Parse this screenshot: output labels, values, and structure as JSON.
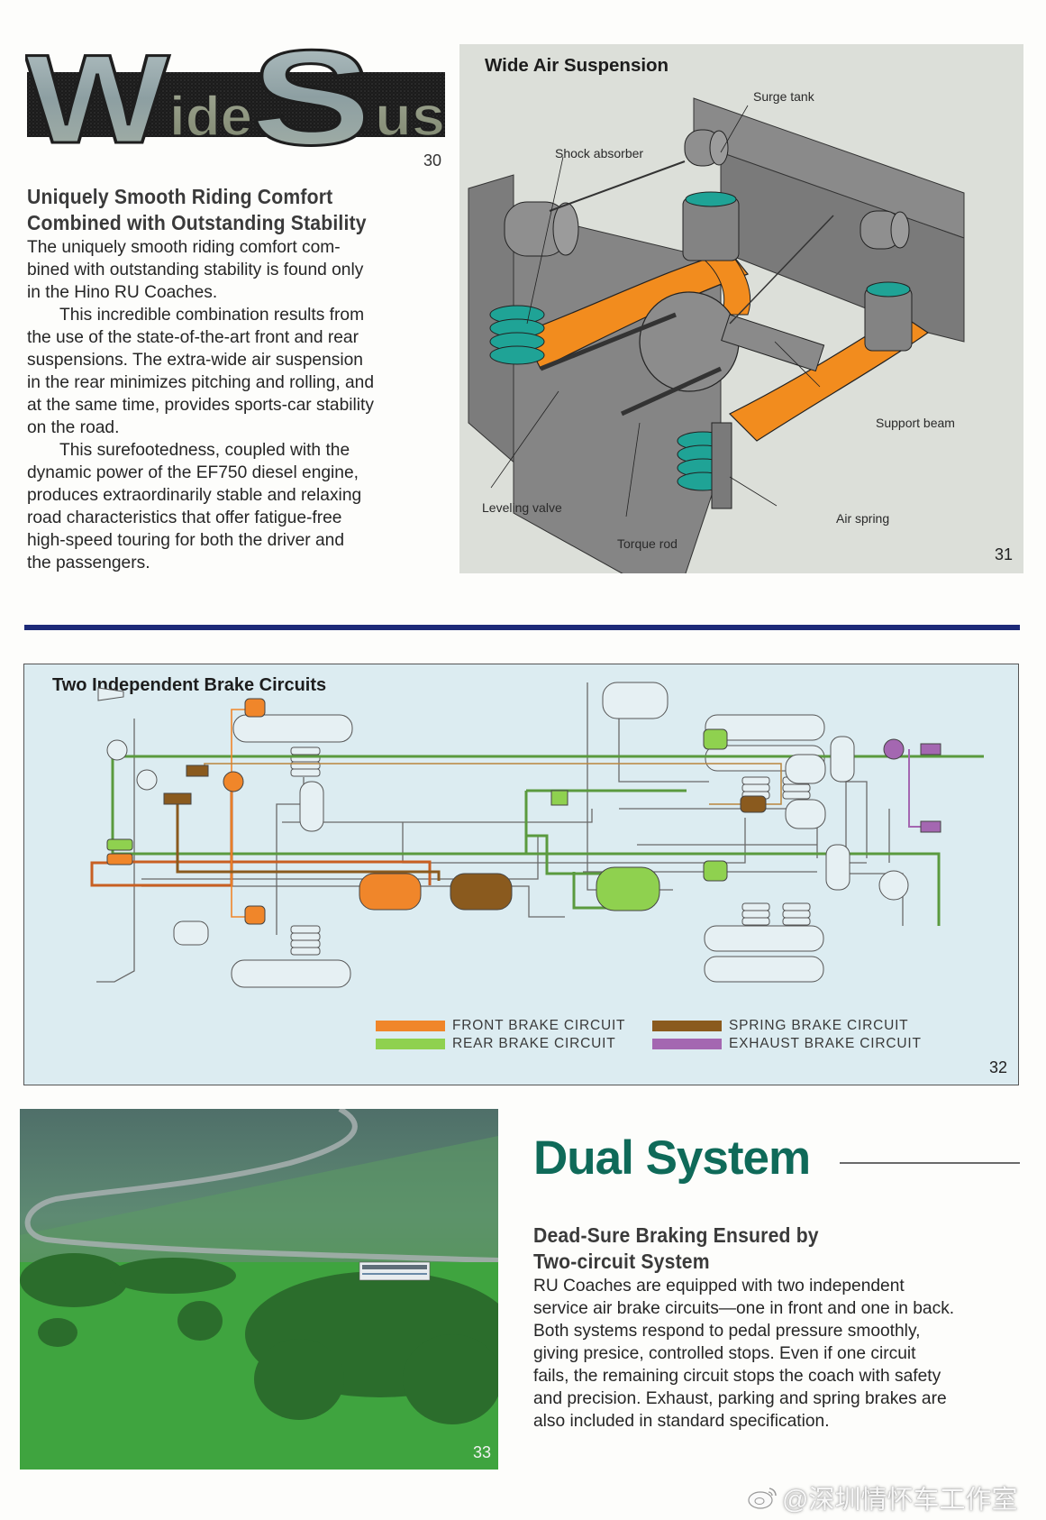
{
  "logo": {
    "text_big_w": "W",
    "text_ide": "ide",
    "text_big_s": "S",
    "text_us": "us"
  },
  "page_numbers": {
    "p30": "30",
    "p31": "31",
    "p32": "32",
    "p33": "33"
  },
  "article1": {
    "subhead_lines": [
      "Uniquely Smooth Riding Comfort",
      "Combined with Outstanding Stability"
    ],
    "paragraphs": [
      "The uniquely smooth riding comfort com-bined with outstanding stability is found only in the Hino RU Coaches.",
      "This incredible combination results from the use of the state-of-the-art front and rear suspensions. The extra-wide air suspension in the rear minimizes pitching and rolling, and at the same time, provides sports-car stability on the road.",
      "This surefootedness, coupled with the dynamic power of the EF750 diesel engine, produces extraordinarily stable and relaxing road characteristics that offer fatigue-free high-speed touring for both the driver and the passengers."
    ],
    "lines": [
      "The uniquely smooth riding comfort com-",
      "bined with outstanding stability is found only",
      "in the Hino RU Coaches.",
      "This incredible combination results from",
      "the use of the state-of-the-art front and rear",
      "suspensions. The extra-wide air suspension",
      "in the rear minimizes pitching and rolling, and",
      "at the same time, provides sports-car stability",
      "on the road.",
      "This surefootedness, coupled with the",
      "dynamic power of the EF750 diesel engine,",
      "produces extraordinarily stable and relaxing",
      "road characteristics that offer fatigue-free",
      "high-speed touring for both the driver and",
      "the passengers."
    ]
  },
  "suspension_diagram": {
    "title": "Wide Air Suspension",
    "callouts": {
      "surge_tank": "Surge tank",
      "shock_absorber": "Shock absorber",
      "support_beam": "Support beam",
      "leveling_valve": "Leveling valve",
      "torque_rod": "Torque rod",
      "air_spring": "Air spring"
    },
    "colors": {
      "background": "#dcdfd9",
      "frame": "#7d7d7d",
      "beam": "#f28c1e",
      "air_spring": "#1fa396"
    }
  },
  "brake_diagram": {
    "title": "Two Independent Brake Circuits",
    "legend": [
      {
        "label": "FRONT BRAKE CIRCUIT",
        "color": "#f0862a"
      },
      {
        "label": "REAR BRAKE CIRCUIT",
        "color": "#8fd14f"
      },
      {
        "label": "SPRING BRAKE CIRCUIT",
        "color": "#8a5a1e"
      },
      {
        "label": "EXHAUST BRAKE CIRCUIT",
        "color": "#a467b1"
      }
    ],
    "colors": {
      "background": "#dcecf1",
      "line": "#6a6a6a",
      "front": "#f0862a",
      "rear": "#8fd14f",
      "rear_pipe": "#5a9a3e",
      "spring": "#8a5a1e",
      "exhaust": "#a467b1"
    }
  },
  "dual_system": {
    "title": "Dual System",
    "subhead_lines": [
      "Dead-Sure Braking Ensured by",
      "Two-circuit System"
    ],
    "lines": [
      "RU Coaches are equipped with two independent",
      "service air brake circuits—one in front and one in back.",
      "Both systems respond to pedal pressure smoothly,",
      "giving presice, controlled stops. Even if one circuit",
      "fails, the remaining circuit stops the coach with safety",
      "and precision. Exhaust, parking and spring brakes are",
      "also included in standard specification."
    ],
    "title_color": "#0f6a59"
  },
  "watermark": {
    "icon": "weibo-icon",
    "text": "@深圳情怀车工作室"
  }
}
